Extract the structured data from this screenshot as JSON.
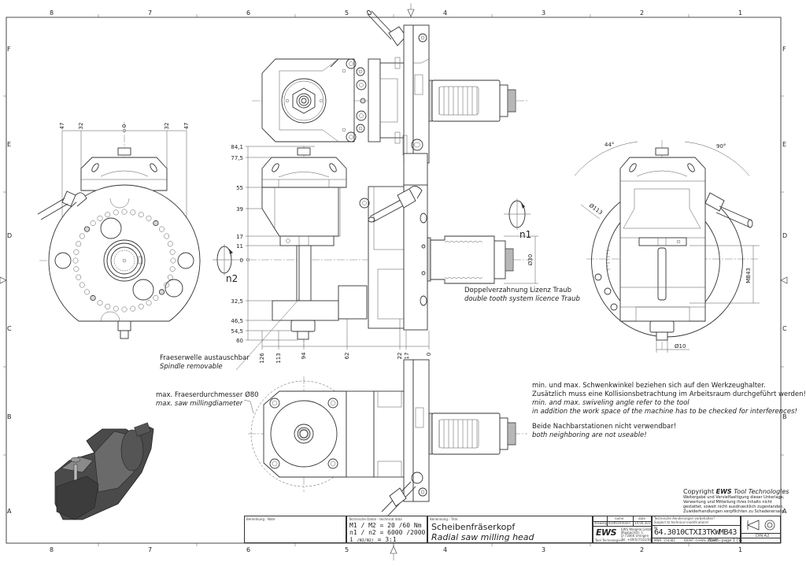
{
  "frame": {
    "columns": [
      "8",
      "7",
      "6",
      "5",
      "4",
      "3",
      "2",
      "1"
    ],
    "rows": [
      "F",
      "E",
      "D",
      "C",
      "B",
      "A"
    ]
  },
  "dimensions": {
    "left_view_horizontal": [
      "47",
      "32",
      "0",
      "32",
      "47"
    ],
    "front_view_vertical": [
      "84,1",
      "77,5",
      "55",
      "39",
      "17",
      "11",
      "0",
      "32,5",
      "46,5",
      "54,5",
      "60"
    ],
    "front_view_horizontal": [
      "126",
      "113",
      "94",
      "62",
      "22",
      "17",
      "0"
    ],
    "shank_diameter": "Ø30",
    "right_view_swing_left": "44°",
    "right_view_swing_right": "90°",
    "right_view_diameter": "Ø113",
    "right_view_height": "MB43",
    "right_view_bolt": "Ø10"
  },
  "labels": {
    "n1": "n1",
    "n2": "n2",
    "double_tooth_de": "Doppelverzahnung Lizenz Traub",
    "double_tooth_en": "double tooth system licence Traub",
    "spindle_de": "Fraeserwelle austauschbar",
    "spindle_en": "Spindle removable",
    "max_diameter_de": "max. Fraeserdurchmesser Ø80",
    "max_diameter_en": "max. saw millingdiameter"
  },
  "notes": {
    "swivel_de_1": "min. und max. Schwenkwinkel beziehen sich auf den Werkzeughalter.",
    "swivel_de_2": "Zusätzlich muss eine Kollisionsbetrachtung im Arbeitsraum durchgeführt werden!",
    "swivel_en_1": "min. and max. swiveling angle refer to the tool",
    "swivel_en_2": "in addition the work space of the machine has to be checked for interferences!",
    "neighbor_de": "Beide Nachbarstationen nicht verwendbar!",
    "neighbor_en": "both neighboring are not useable!"
  },
  "copyright": {
    "title_prefix": "Copyright ",
    "brand": "EWS",
    "title_suffix": " Tool Technologies",
    "line1": "Weitergabe und Vervielfaeltigung dieser Unterlage,",
    "line2": "Verwertung und Mitteilung ihres Inhalts nicht",
    "line3": "gestattet, soweit nicht ausdruecklich zugestanden.",
    "line4": "Zuwiderhandlungen verpflichten zu Schadenersatz."
  },
  "title_block": {
    "remark_label": "Bemerkung - Note",
    "tech_label": "Technische Daten - technical data",
    "torque": "M1 / M2 = 20  /60  Nm",
    "speed": "n1 / n2 = 6000 /2000  1/min",
    "ratio_prefix": "i",
    "ratio_mid": "(N1/N2)",
    "ratio_value": "= 3:1",
    "title_label": "Benennung - Title",
    "title_de": "Scheibenfräserkopf",
    "title_en": "Radial saw milling head",
    "col_name": "name",
    "col_date": "date",
    "row_drawing": "drawing",
    "drawer": "Kraftschmann",
    "date": "14.04.2011",
    "logo": "EWS",
    "logo_sub": "Tool Technologies",
    "company_1": "EWS Weigele GmbH & Co. KG",
    "company_2": "Maybachstr. 1",
    "company_3": "D-73066 Uhingen",
    "company_4": "Tel. +49(0)7161/93040-100",
    "changes_de": "Technische Aenderungen vorbehalten!",
    "changes_en": "Subject to technical modifications!",
    "nr_label": "Nr",
    "part_number": "64.3010CTXI3TKWMB43",
    "format": "DIN A2",
    "mnr": "MNR: 154381",
    "ident": "IDENT: 0-EWS-102965 -",
    "sheet": "Blatt - page  1 (1)"
  }
}
